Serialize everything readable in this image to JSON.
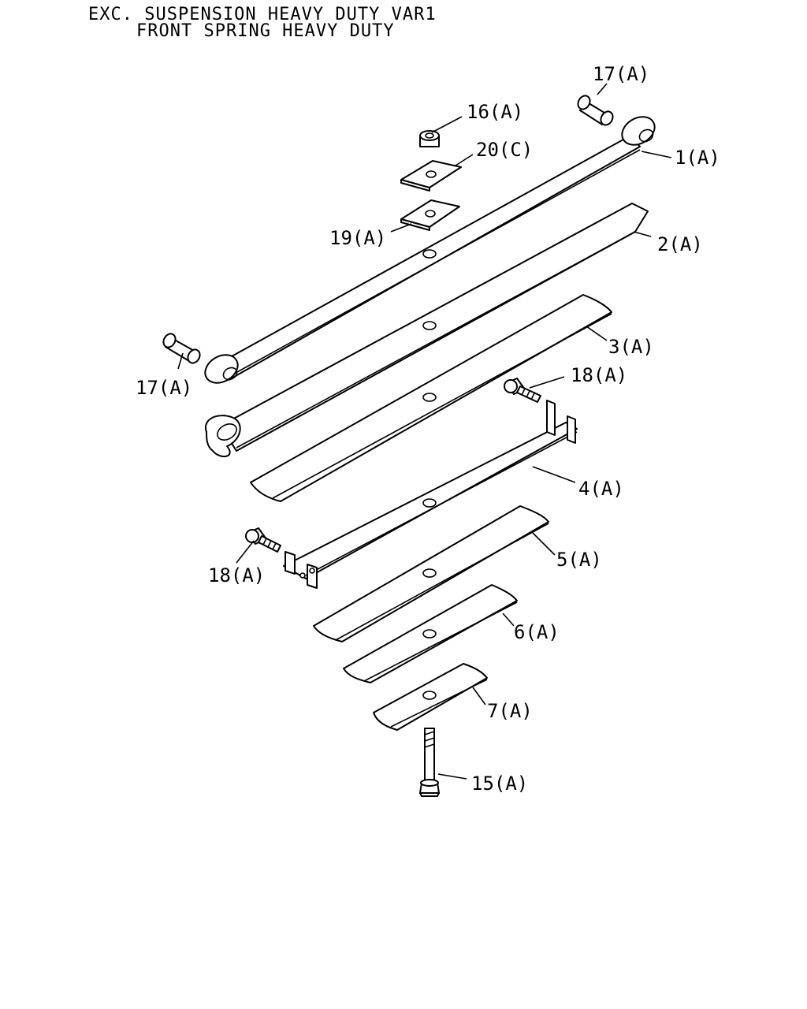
{
  "header": {
    "line1": "EXC. SUSPENSION HEAVY DUTY VAR1",
    "line2": "FRONT SPRING HEAVY DUTY"
  },
  "callouts": {
    "p1": "1(A)",
    "p2": "2(A)",
    "p3": "3(A)",
    "p4": "4(A)",
    "p5": "5(A)",
    "p6": "6(A)",
    "p7": "7(A)",
    "p15": "15(A)",
    "p16": "16(A)",
    "p17_top": "17(A)",
    "p17_left": "17(A)",
    "p18_right": "18(A)",
    "p18_left": "18(A)",
    "p19": "19(A)",
    "p20": "20(C)"
  }
}
